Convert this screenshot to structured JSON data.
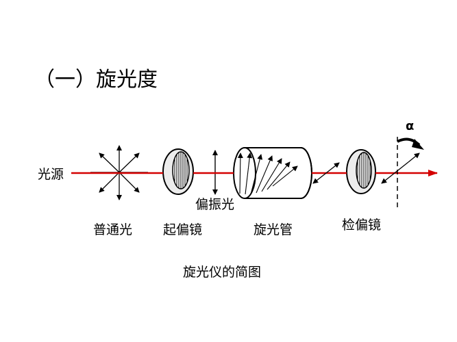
{
  "title": "（一）旋光度",
  "labels": {
    "light_source": "光源",
    "ordinary_light": "普通光",
    "polarizer": "起偏镜",
    "polarized_light": "偏振光",
    "optical_tube": "旋光管",
    "analyzer": "检偏镜",
    "alpha": "α"
  },
  "caption": "旋光仪的简图",
  "colors": {
    "beam": "#d40000",
    "ink": "#000000",
    "background": "#ffffff"
  }
}
